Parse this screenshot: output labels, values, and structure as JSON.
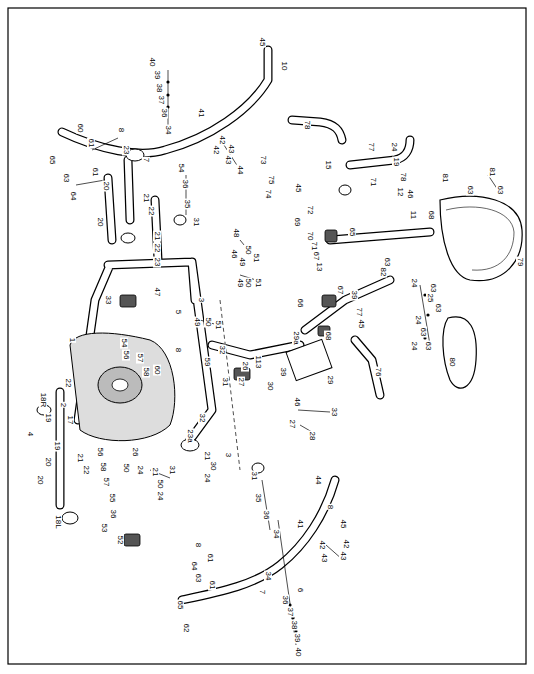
{
  "diagram": {
    "labels": [
      "45",
      "10",
      "40",
      "39",
      "38",
      "37",
      "36",
      "41",
      "34",
      "42",
      "43",
      "42",
      "43",
      "44",
      "78",
      "8",
      "60",
      "61",
      "65",
      "63",
      "64",
      "61",
      "20",
      "23",
      "7",
      "54",
      "36",
      "35",
      "31",
      "20",
      "21",
      "22",
      "21",
      "22",
      "23",
      "48",
      "46",
      "49",
      "50",
      "51",
      "51",
      "50",
      "49",
      "47",
      "3",
      "1",
      "33",
      "49",
      "50",
      "51",
      "5",
      "8",
      "54",
      "56",
      "57",
      "58",
      "60",
      "59",
      "26",
      "27",
      "32",
      "31",
      "29a",
      "113",
      "39",
      "29",
      "30",
      "46",
      "33",
      "27",
      "28",
      "73",
      "75",
      "74",
      "45",
      "15",
      "77",
      "24",
      "19",
      "78",
      "12",
      "46",
      "71",
      "72",
      "69",
      "70",
      "71",
      "67",
      "13",
      "65",
      "11",
      "68",
      "63",
      "82",
      "67",
      "39",
      "77",
      "45",
      "66",
      "68",
      "76",
      "81",
      "63",
      "81",
      "63",
      "79",
      "24",
      "63",
      "25",
      "63",
      "24",
      "63",
      "24",
      "63",
      "80",
      "22",
      "18R",
      "2",
      "19",
      "17",
      "19",
      "4",
      "20",
      "20",
      "21",
      "22",
      "18L",
      "56",
      "58",
      "57",
      "55",
      "36",
      "53",
      "26",
      "50",
      "24",
      "21",
      "50",
      "24",
      "23a",
      "21",
      "30",
      "24",
      "31",
      "32",
      "3",
      "31",
      "35",
      "36",
      "34",
      "41",
      "42",
      "43",
      "44",
      "8",
      "45",
      "42",
      "43",
      "6",
      "34",
      "7",
      "36",
      "37",
      "38",
      "39",
      "40",
      "8",
      "61",
      "64",
      "63",
      "61",
      "65",
      "62",
      "52"
    ]
  }
}
